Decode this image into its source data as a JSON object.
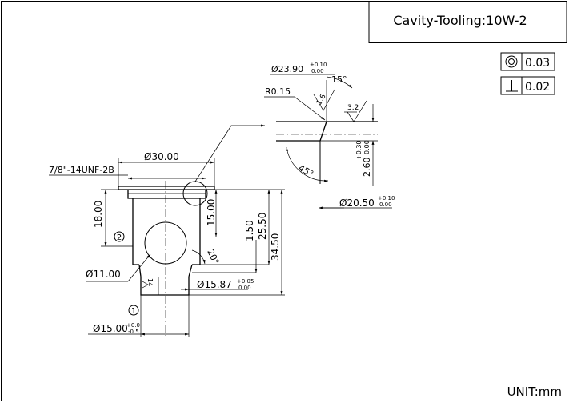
{
  "title": "Cavity-Tooling:10W-2",
  "unit_label": "UNIT:mm",
  "tolerance_frames": [
    {
      "symbol": "concentricity",
      "value": "0.03"
    },
    {
      "symbol": "perpendicularity",
      "value": "0.02"
    }
  ],
  "dimensions": {
    "d30": "Ø30.00",
    "thread": "7/8\"-14UNF-2B",
    "h18": "18.00",
    "h15": "15.00",
    "h1_50": "1.50",
    "h25_50": "25.50",
    "h34_50": "34.50",
    "d11": "Ø11.00",
    "d15_87": "Ø15.87",
    "d15_87_tol_upper": "+0.05",
    "d15_87_tol_lower": "0.00",
    "d15": "Ø15.00",
    "d15_tol_upper": "+0.0",
    "d15_tol_lower": "-0.5",
    "angle20": "20°",
    "rough14": "14",
    "d23_90": "Ø23.90",
    "d23_90_tol_upper": "+0.10",
    "d23_90_tol_lower": "0.00",
    "angle15": "15°",
    "r015": "R0.15",
    "rough16": "1.6",
    "rough32": "3.2",
    "tol030_upper": "+0.30",
    "tol030_lower": "0.00",
    "h2_60": "2.60",
    "angle45": "45°",
    "d20_50": "Ø20.50",
    "d20_50_tol_upper": "+0.10",
    "d20_50_tol_lower": "0.00"
  },
  "callouts": {
    "one": "1",
    "two": "2"
  }
}
